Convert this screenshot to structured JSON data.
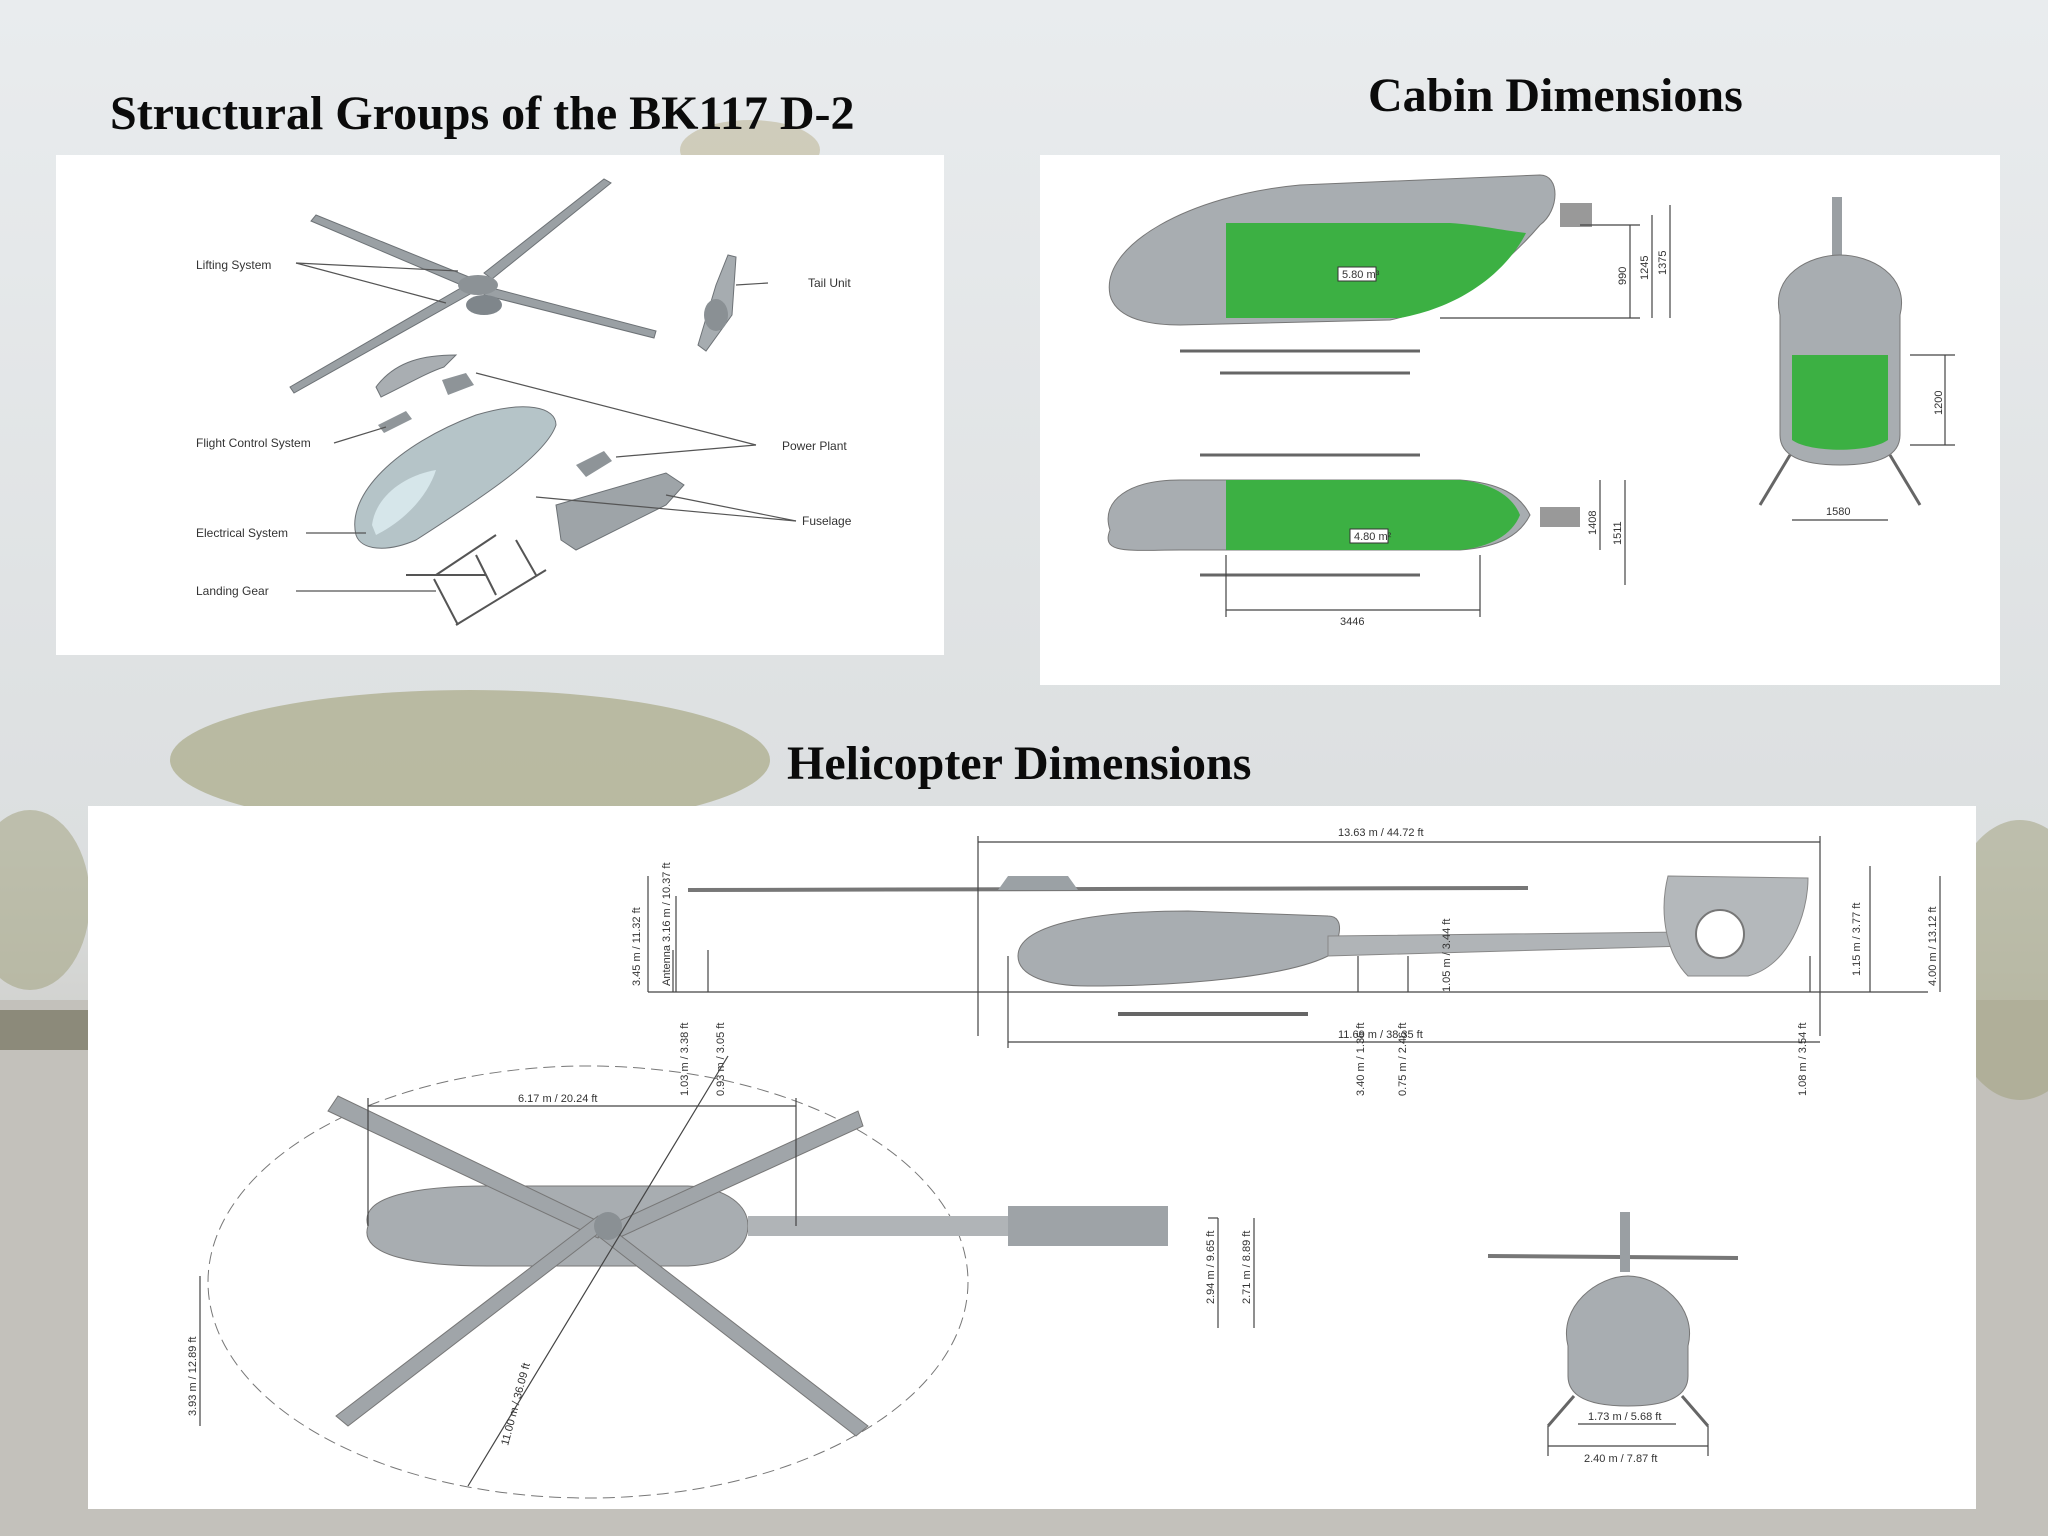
{
  "titles": {
    "structural": "Structural Groups of the BK117 D-2",
    "cabin": "Cabin Dimensions",
    "helicopter": "Helicopter Dimensions"
  },
  "structural_labels": {
    "lifting_system": "Lifting System",
    "tail_unit": "Tail Unit",
    "flight_control_system": "Flight Control System",
    "power_plant": "Power Plant",
    "electrical_system": "Electrical System",
    "fuselage": "Fuselage",
    "landing_gear": "Landing Gear"
  },
  "cabin_labels": {
    "side_volume": "5.80 m³",
    "top_volume": "4.80 m²",
    "dim_990": "990",
    "dim_1245": "1245",
    "dim_1375": "1375",
    "dim_1408": "1408",
    "dim_1511": "1511",
    "dim_3446": "3446",
    "dim_1200": "1200",
    "dim_1580": "1580"
  },
  "heli_labels": {
    "overall_length": "13.63 m / 44.72 ft",
    "fuselage_length": "11.69 m / 38.35 ft",
    "rotor_span": "6.17 m / 20.24 ft",
    "skid_width": "1.73 m / 5.68 ft",
    "skid_track": "2.40 m / 7.87 ft",
    "height_total": "4.00 m / 13.12 ft",
    "height_mast": "3.45 m / 11.32 ft",
    "height_antenna": "Antenna 3.16 m / 10.37 ft",
    "tail_15": "1.15 m / 3.77 ft",
    "nose_clear": "1.03 m / 3.38 ft",
    "ground_1": "0.93 m / 3.05 ft",
    "mid_1": "3.40 m / 1.36 ft",
    "mid_2": "0.75 m / 2.46 ft",
    "mid_3": "1.05 m / 3.44 ft",
    "tail_clear": "1.08 m / 3.54 ft",
    "rotor_diam": "11.00 m / 36.09 ft",
    "height_left": "3.93 m / 12.89 ft",
    "width_1": "2.94 m / 9.65 ft",
    "width_2": "2.71 m / 8.89 ft"
  },
  "colors": {
    "cabin_fill": "#3cb043",
    "body_gray": "#a8adb1"
  }
}
